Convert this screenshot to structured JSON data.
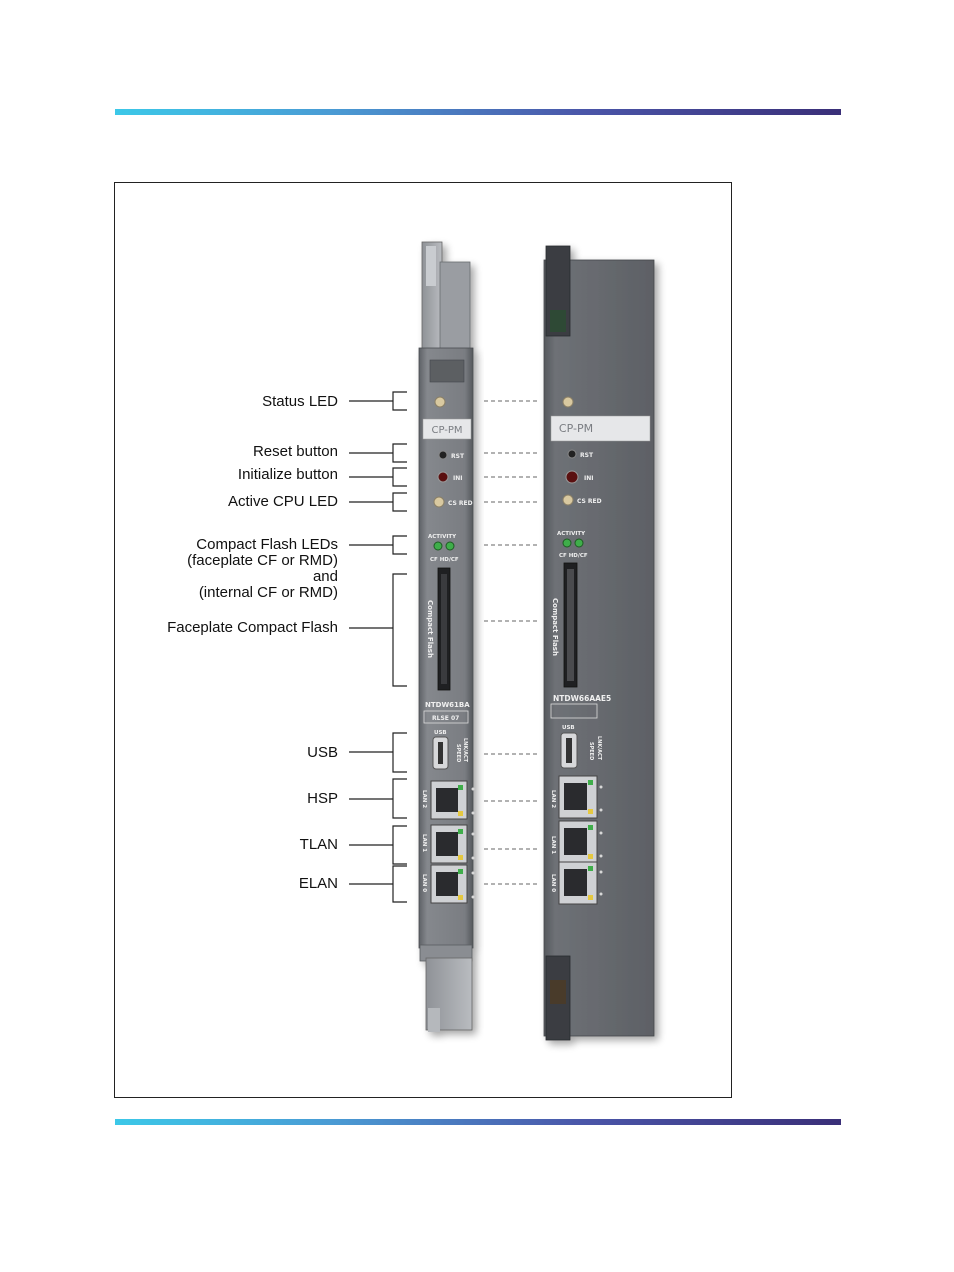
{
  "callouts": {
    "status_led": "Status LED",
    "reset_button": "Reset button",
    "initialize_button": "Initialize button",
    "active_cpu_led": "Active CPU LED",
    "cf_leds_line1": "Compact Flash LEDs",
    "cf_leds_line2": "(faceplate CF or RMD)",
    "cf_leds_line3": "and",
    "cf_leds_line4": "(internal CF or RMD)",
    "faceplate_cf": "Faceplate Compact Flash",
    "usb": "USB",
    "hsp": "HSP",
    "tlan": "TLAN",
    "elan": "ELAN"
  },
  "left_card": {
    "brand": "CP-PM",
    "rst": "RST",
    "ini": "INI",
    "cs_red": "CS RED",
    "activity": "ACTIVITY",
    "cf_hdcf": "CF HD/CF",
    "compact_flash": "Compact Flash",
    "model": "NTDW61BA",
    "release": "RLSE 07",
    "usb": "USB",
    "lnk_act": "LNK/ACT",
    "speed": "SPEED",
    "lan2": "LAN 2",
    "lan1": "LAN 1",
    "lan0": "LAN 0"
  },
  "right_card": {
    "brand": "CP-PM",
    "rst": "RST",
    "ini": "INI",
    "cs_red": "CS RED",
    "activity": "ACTIVITY",
    "cf_hdcf": "CF HD/CF",
    "compact_flash": "Compact Flash",
    "model": "NTDW66AAE5",
    "usb": "USB",
    "lnk_act": "LNK/ACT",
    "speed": "SPEED",
    "lan2": "LAN 2",
    "lan1": "LAN 1",
    "lan0": "LAN 0"
  },
  "colors": {
    "rule_start": "#3cc8e8",
    "rule_end": "#3a2f78",
    "faceplate": "#7b7f85",
    "card_body": "#6a6d72",
    "led_green": "#3fae4a",
    "led_amber": "#d9c9a0"
  }
}
